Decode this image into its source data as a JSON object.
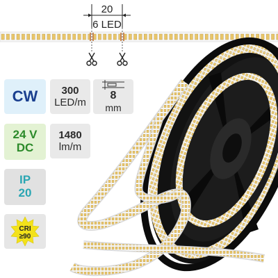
{
  "dimension": {
    "segment_length": "20",
    "segment_leds": "6 LED"
  },
  "icons": {
    "cut_left": "scissors-icon",
    "cut_right": "scissors-icon",
    "strip_width": "ruler-width-icon",
    "cri": "star-badge-icon"
  },
  "tiles": {
    "color": {
      "label": "CW",
      "bg": "#dff0fa",
      "fg": "#1a3f8f"
    },
    "voltage": {
      "line1": "24 V",
      "line2": "DC",
      "bg": "#e3f2d3",
      "fg": "#2c8a2a"
    },
    "ip": {
      "line1": "IP",
      "line2": "20",
      "bg": "#e1e1e1",
      "fg": "#2aa6b3"
    },
    "cri": {
      "line1": "CRI",
      "line2": "≥90",
      "star_color": "#f3e21a"
    }
  },
  "specs": {
    "led_density": {
      "value": "300",
      "unit": "LED/m"
    },
    "strip_width": {
      "value": "8",
      "unit": "mm"
    },
    "luminous_flux": {
      "value": "1480",
      "unit": "lm/m"
    }
  },
  "colors": {
    "reel": "#151515",
    "strip": "#f4f4f4",
    "led": "#e9c66a",
    "pad": "#c98a57"
  }
}
